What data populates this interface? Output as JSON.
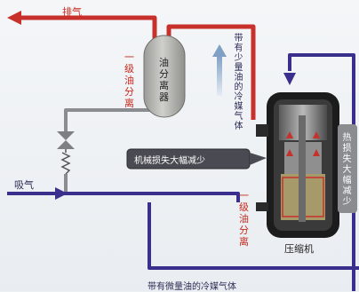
{
  "labels": {
    "exhaust": "排气",
    "suction": "吸气",
    "oil_separator": "油分离器",
    "primary_sep_left": "一级油分离",
    "oil_refrigerant_gas": "带有少量油的冷媒气体",
    "mech_loss_reduction": "机械损失大幅减少",
    "heat_loss_reduction": "热损失大幅减少",
    "primary_sep_bottom": "一级油分离",
    "compressor": "压缩机",
    "trace_oil_gas": "带有微量油的冷媒气体"
  },
  "colors": {
    "discharge_line": "#c8302c",
    "suction_line": "#3a2f8c",
    "oil_line": "#8a8c90",
    "tank_fill": "#b7b7b3",
    "label_red": "#c82a1e",
    "label_dark": "#2b2b55",
    "compressor_shell": "#1c1c1c",
    "upward_arrow": "#8fa9c8"
  }
}
